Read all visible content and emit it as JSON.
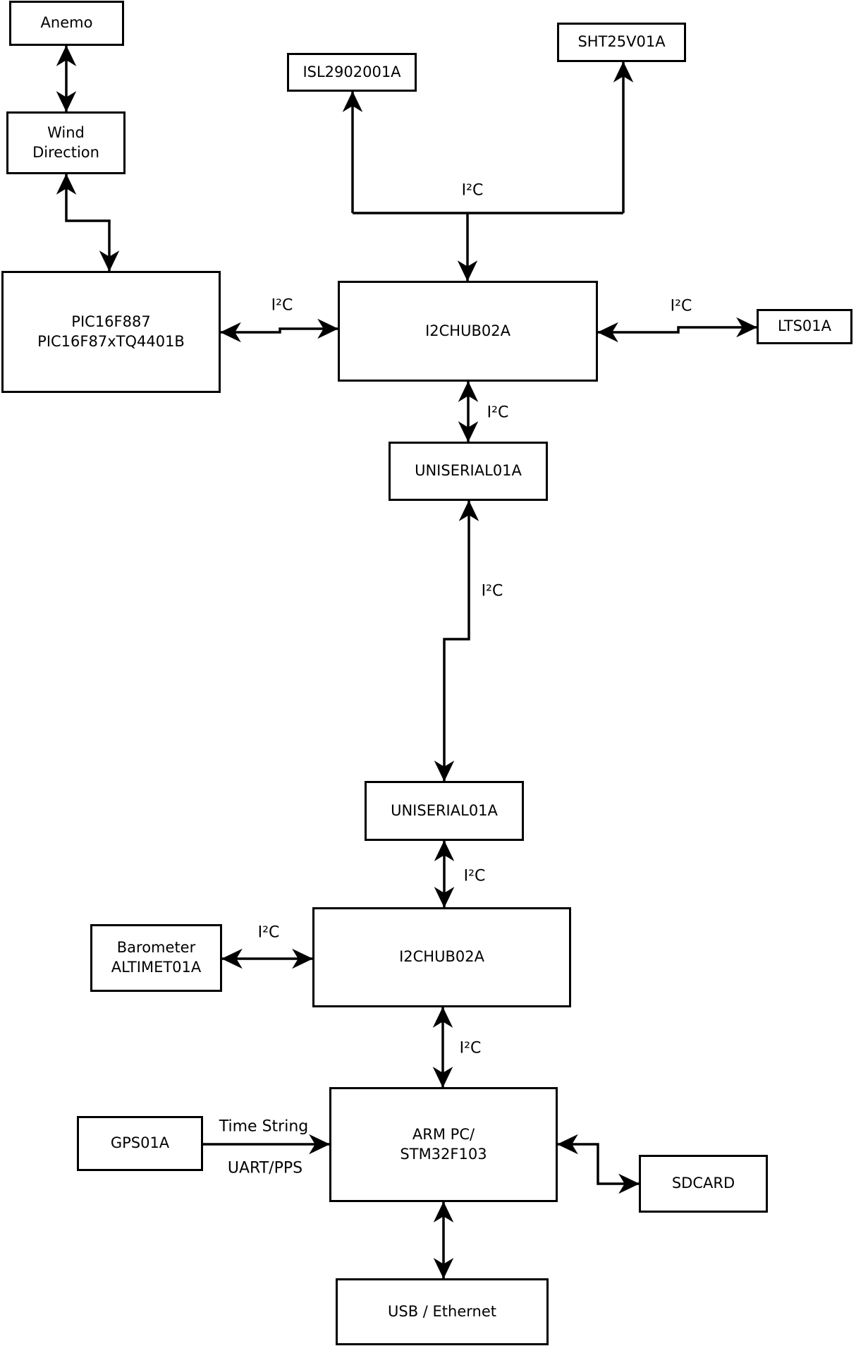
{
  "boxes": {
    "anemo": {
      "label": "Anemo"
    },
    "wind_direction": {
      "line1": "Wind",
      "line2": "Direction"
    },
    "pic": {
      "line1": "PIC16F887",
      "line2": "PIC16F87xTQ4401B"
    },
    "isl": {
      "label": "ISL2902001A"
    },
    "sht": {
      "label": "SHT25V01A"
    },
    "hub1": {
      "label": "I2CHUB02A"
    },
    "lts": {
      "label": "LTS01A"
    },
    "uniserial1": {
      "label": "UNISERIAL01A"
    },
    "uniserial2": {
      "label": "UNISERIAL01A"
    },
    "hub2": {
      "label": "I2CHUB02A"
    },
    "barometer": {
      "line1": "Barometer",
      "line2": "ALTIMET01A"
    },
    "arm": {
      "line1": "ARM PC/",
      "line2": "STM32F103"
    },
    "gps": {
      "label": "GPS01A"
    },
    "sdcard": {
      "label": "SDCARD"
    },
    "usb": {
      "label": "USB / Ethernet"
    }
  },
  "edge_labels": {
    "i2c": "I²C",
    "time_string": "Time String",
    "uart_pps": "UART/PPS"
  },
  "colors": {
    "line": "#000000",
    "box_border": "#000000",
    "background": "#ffffff"
  }
}
